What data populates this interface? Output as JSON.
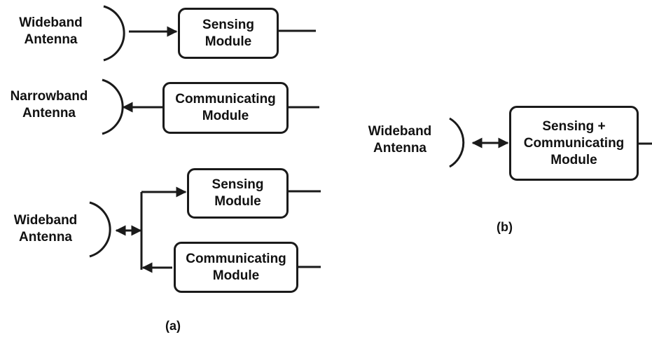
{
  "panel_a": {
    "top": {
      "antenna_label": "Wideband\nAntenna",
      "module_label": "Sensing\nModule"
    },
    "middle": {
      "antenna_label": "Narrowband\nAntenna",
      "module_label": "Communicating\nModule"
    },
    "bottom": {
      "antenna_label": "Wideband\nAntenna",
      "sensing_label": "Sensing\nModule",
      "communicating_label": "Communicating\nModule"
    },
    "caption": "(a)"
  },
  "panel_b": {
    "antenna_label": "Wideband\nAntenna",
    "module_label": "Sensing +\nCommunicating\nModule",
    "caption": "(b)"
  },
  "colors": {
    "stroke": "#1a1a1a",
    "text": "#111111",
    "background": "#ffffff"
  }
}
